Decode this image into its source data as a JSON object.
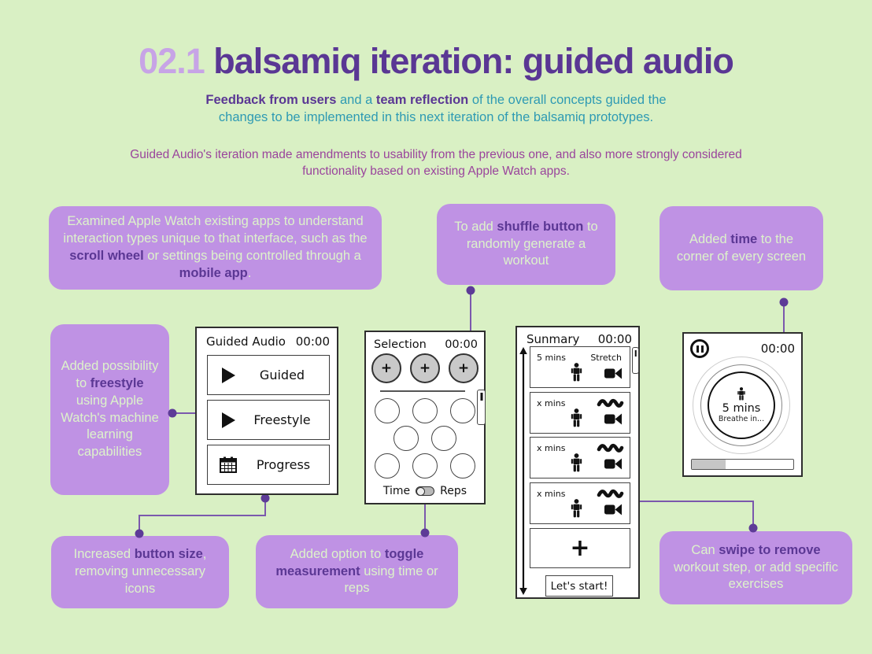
{
  "title": {
    "prefix": "02.1",
    "main": " balsamiq iteration: guided audio"
  },
  "intro": {
    "b1": "Feedback from users",
    "t1": " and a ",
    "b2": "team reflection",
    "t2": " of the overall concepts guided the changes to be implemented in this next iteration of the balsamiq prototypes."
  },
  "description": "Guided Audio's  iteration made amendments to usability from the previous one, and also more strongly considered functionality based on existing Apple Watch apps.",
  "callouts": {
    "examined": {
      "t1": "Examined Apple Watch existing apps to understand interaction types unique to that interface, such as the ",
      "b1": "scroll wheel",
      "t2": " or settings being controlled through a ",
      "b2": "mobile app",
      "t3": "."
    },
    "shuffle": {
      "t1": "To add ",
      "b1": "shuffle button",
      "t2": " to randomly generate a workout"
    },
    "time": {
      "t1": "Added ",
      "b1": "time",
      "t2": " to the corner of every screen"
    },
    "freestyle": {
      "t1": "Added possibility to ",
      "b1": "freestyle",
      "t2": " using Apple Watch's machine learning capabilities"
    },
    "buttonsize": {
      "t1": "Increased ",
      "b1": "button size",
      "t2": ", removing unnecessary icons"
    },
    "toggle": {
      "t1": "Added option to ",
      "b1": "toggle measurement",
      "t2": " using time or reps"
    },
    "swipe": {
      "t1": "Can ",
      "b1": "swipe to remove",
      "t2": " workout step, or add specific exercises"
    }
  },
  "wireframes": {
    "guided_audio": {
      "title": "Guided Audio",
      "time": "00:00",
      "buttons": [
        {
          "label": "Guided"
        },
        {
          "label": "Freestyle"
        },
        {
          "label": "Progress"
        }
      ]
    },
    "selection": {
      "title": "Selection",
      "time": "00:00",
      "plus": "+",
      "toggle_left": "Time",
      "toggle_right": "Reps"
    },
    "summary": {
      "title": "Sunmary",
      "time": "00:00",
      "rows": [
        {
          "duration": "5 mins",
          "label": "Stretch"
        },
        {
          "duration": "x mins"
        },
        {
          "duration": "x mins"
        },
        {
          "duration": "x mins"
        }
      ],
      "add_label": "+",
      "start_label": "Let's start!"
    },
    "player": {
      "time": "00:00",
      "duration": "5 mins",
      "instruction": "Breathe in..."
    }
  },
  "colors": {
    "background": "#d9f0c4",
    "callout": "#bf92e4",
    "callout_text": "#ddf3ca",
    "dark_purple": "#5a3794",
    "light_purple": "#c7a4e6",
    "teal": "#2e9ab3",
    "magenta": "#9a449c",
    "connector": "#7b58ad"
  }
}
